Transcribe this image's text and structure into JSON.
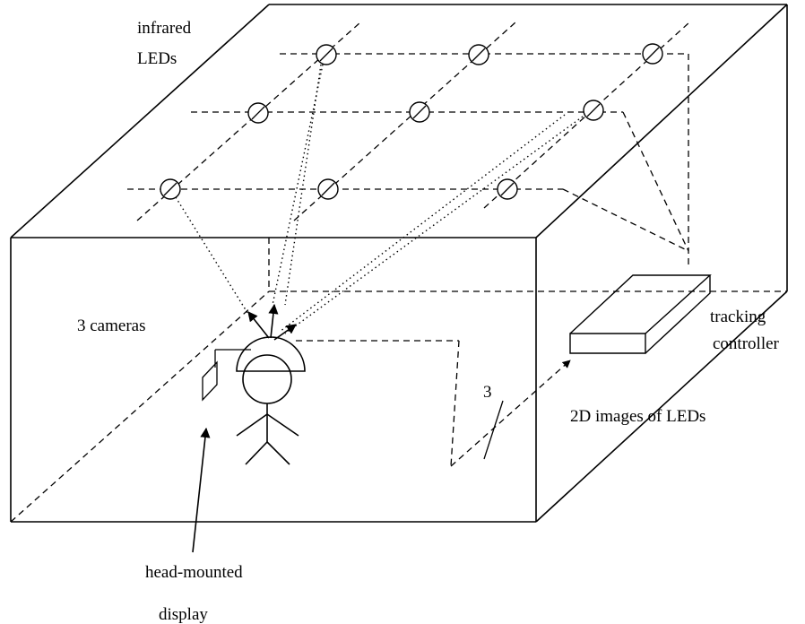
{
  "labels": {
    "infrared_line1": "infrared",
    "infrared_line2": "LEDs",
    "cameras": "3 cameras",
    "tracking_line1": "tracking",
    "tracking_line2": "controller",
    "images": "2D images of LEDs",
    "bus_count": "3",
    "hmd_line1": "head-mounted",
    "hmd_line2": "display"
  }
}
